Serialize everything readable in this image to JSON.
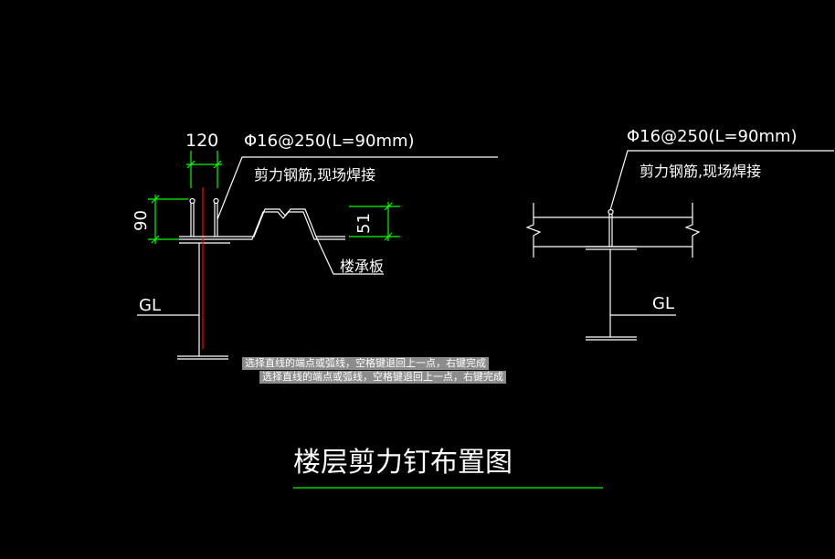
{
  "colors": {
    "background": "#000000",
    "lines": "#ffffff",
    "dimension": "#00ff00",
    "highlight": "#ff0000",
    "prompt_bg": "#8c8c8c",
    "title_underline": "#00ff00"
  },
  "left_detail": {
    "dim_width": "120",
    "dim_height": "90",
    "dim_rib": "51",
    "stud_spec": "Φ16@250(L=90mm)",
    "stud_note": "剪力钢筋,现场焊接",
    "deck_label": "楼承板",
    "beam_label": "GL"
  },
  "right_detail": {
    "stud_spec": "Φ16@250(L=90mm)",
    "stud_note": "剪力钢筋,现场焊接",
    "beam_label": "GL"
  },
  "command_prompts": [
    "选择直线的端点或弧线，空格键退回上一点，右键完成",
    "选择直线的端点或弧线，空格键退回上一点，右键完成"
  ],
  "title": "楼层剪力钉布置图"
}
